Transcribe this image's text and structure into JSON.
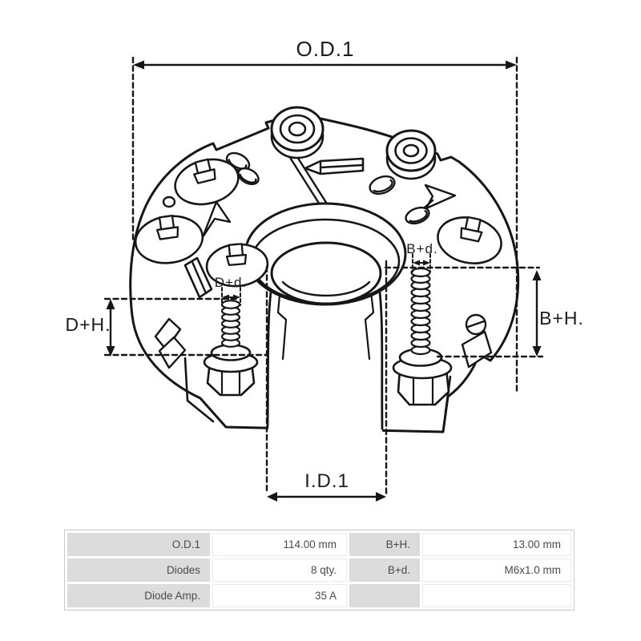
{
  "drawing": {
    "dimension_labels": {
      "outer_diameter": "O.D.1",
      "inner_diameter": "I.D.1",
      "d_plus_h": "D+H.",
      "b_plus_h": "B+H.",
      "d_plus_d": "D+d.",
      "b_plus_d": "B+d."
    }
  },
  "spec_table": {
    "rows": [
      [
        "O.D.1",
        "114.00 mm",
        "B+H.",
        "13.00 mm"
      ],
      [
        "Diodes",
        "8 qty.",
        "B+d.",
        "M6x1.0 mm"
      ],
      [
        "Diode Amp.",
        "35 A",
        "",
        ""
      ]
    ]
  },
  "colors": {
    "line": "#161616",
    "table_label_bg": "#dcdcdc",
    "table_border": "#c9c9c9",
    "table_text": "#4a4a4a"
  }
}
